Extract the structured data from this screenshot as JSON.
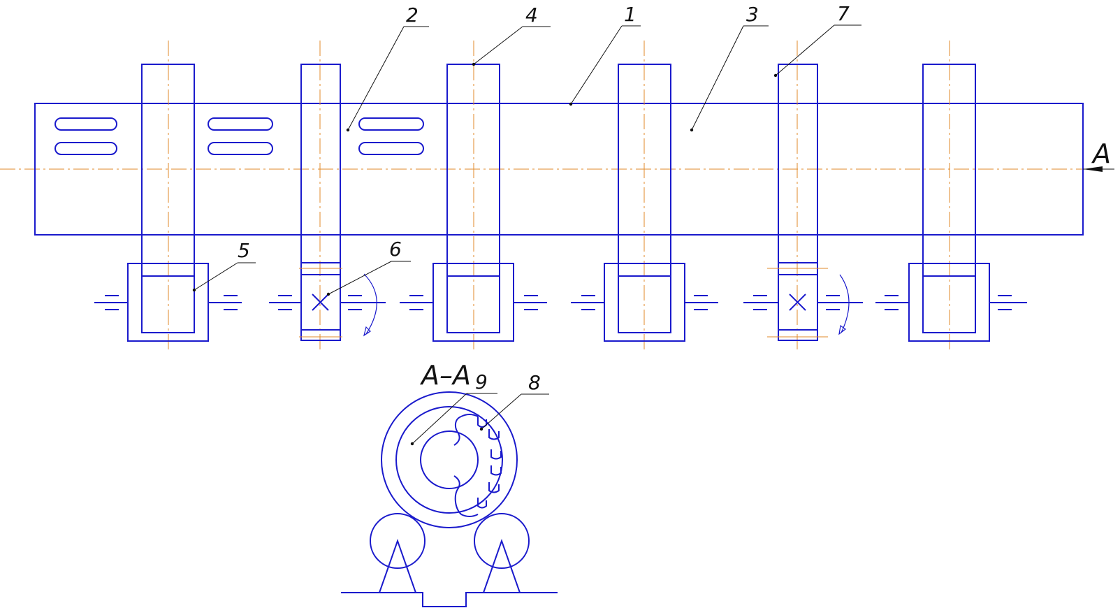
{
  "view_marker": "A",
  "section_title": "A–A",
  "callouts": {
    "c1": "1",
    "c2": "2",
    "c3": "3",
    "c4": "4",
    "c5": "5",
    "c6": "6",
    "c7": "7",
    "c8": "8",
    "c9": "9"
  },
  "colors": {
    "outline": "#1a1acc",
    "axis": "#e08a2a",
    "leader": "#111111"
  }
}
